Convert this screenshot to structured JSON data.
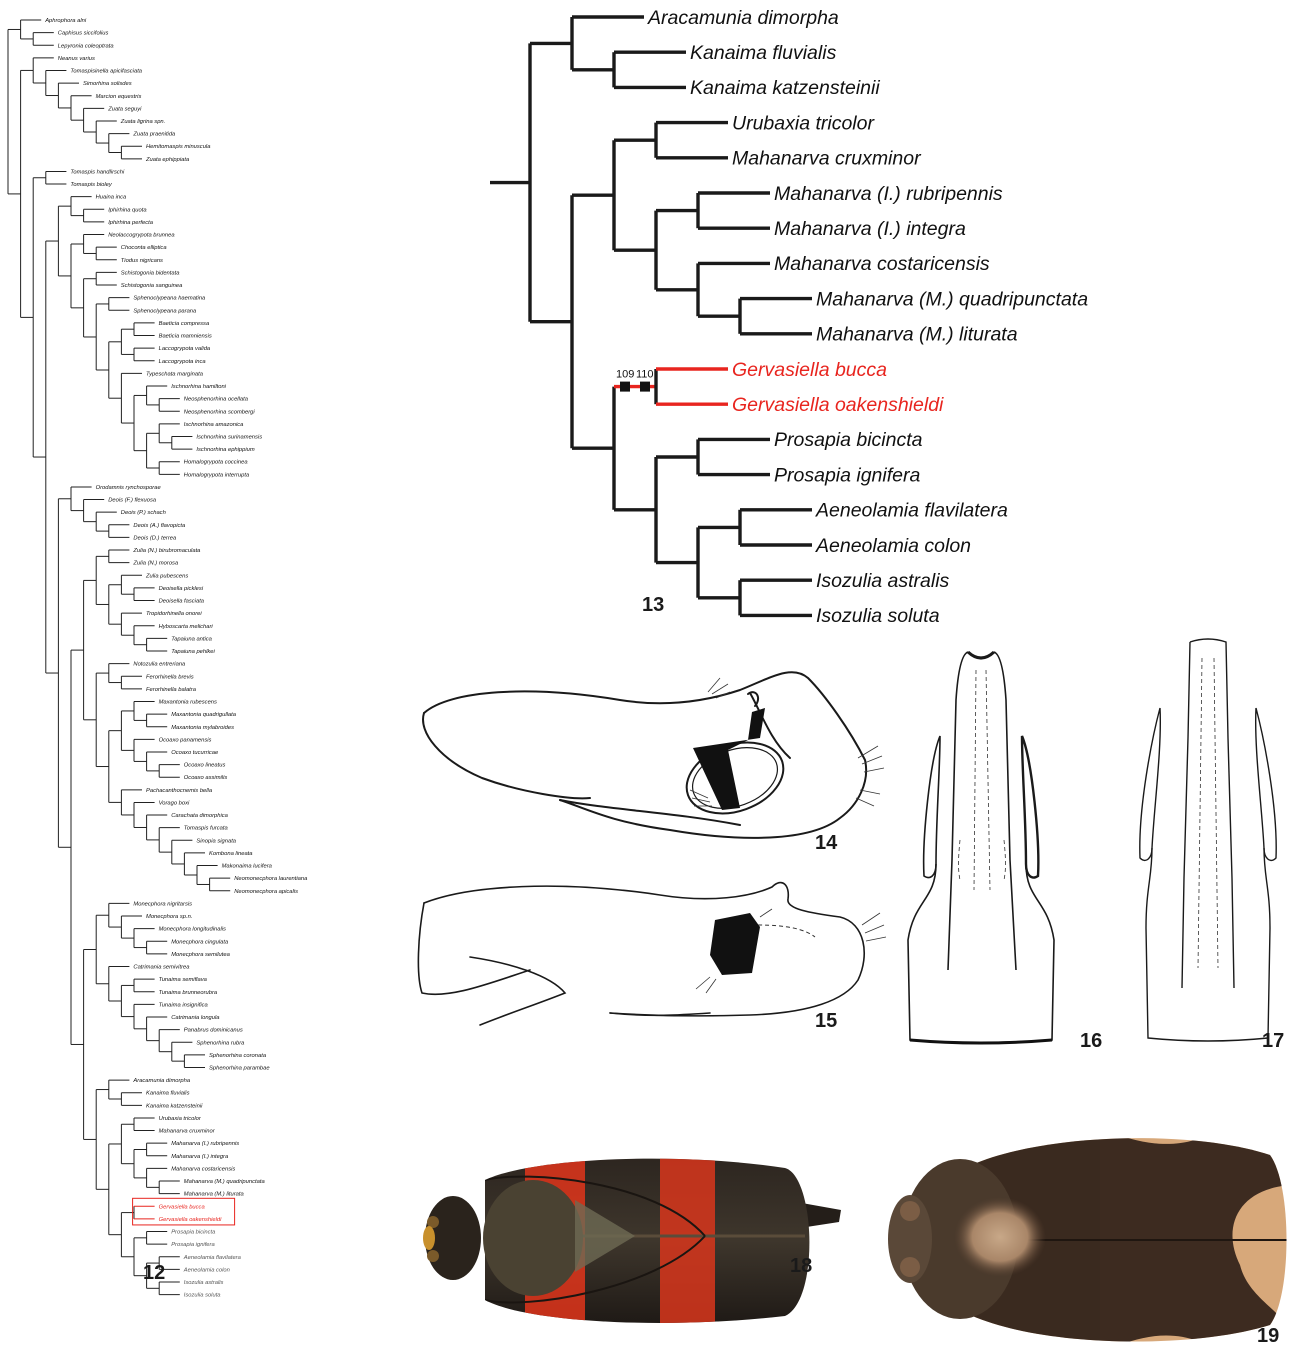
{
  "panels": {
    "p12": {
      "number": "12"
    },
    "p13": {
      "number": "13"
    },
    "p14": {
      "number": "14"
    },
    "p15": {
      "number": "15"
    },
    "p16": {
      "number": "16"
    },
    "p17": {
      "number": "17"
    },
    "p18": {
      "number": "18"
    },
    "p19": {
      "number": "19"
    }
  },
  "colors": {
    "highlight": "#e8251f",
    "tree": "#1a1a1a",
    "grey_text": "#444444"
  },
  "tree13": {
    "taxa": [
      "Aracamunia dimorpha",
      "Kanaima fluvialis",
      "Kanaima katzensteinii",
      "Urubaxia tricolor",
      "Mahanarva cruxminor",
      "Mahanarva (I.) rubripennis",
      "Mahanarva (I.) integra",
      "Mahanarva costaricensis",
      "Mahanarva (M.) quadripunctata",
      "Mahanarva (M.) liturata",
      "Gervasiella bucca",
      "Gervasiella oakenshieldi",
      "Prosapia bicincta",
      "Prosapia ignifera",
      "Aeneolamia flavilatera",
      "Aeneolamia colon",
      "Isozulia astralis",
      "Isozulia soluta"
    ],
    "highlighted": [
      "Gervasiella bucca",
      "Gervasiella oakenshieldi"
    ],
    "characters": [
      "109",
      "110"
    ]
  },
  "tree12": {
    "taxa": [
      "Aphrophora alni",
      "Caphisus siccifolius",
      "Lepyronia coleoptrata",
      "Neanus varius",
      "Tomaspisinella apicifasciata",
      "Simorhina solisdes",
      "Marcion equestris",
      "Zuata seguyi",
      "Zuata ligrina spn.",
      "Zuata praenitida",
      "Hemitomaspis minuscula",
      "Zuata ephippiata",
      "Tomaspis handlirschi",
      "Tomaspis bioley",
      "Huaina inca",
      "Iphirhina quota",
      "Iphirhina perfecta",
      "Neolaccogrypota brunnea",
      "Choconta elliptica",
      "Tiodus nigricans",
      "Schistogonia bidentata",
      "Schistogonia sanguinea",
      "Sphenoclypeana haematina",
      "Sphenoclypeana parana",
      "Baeticia compressa",
      "Baeticia mamniensis",
      "Laccogrypota valida",
      "Laccogrypota inca",
      "Typeschata marginata",
      "Ischnorhina hamiltoni",
      "Neosphenorhina ocellata",
      "Neosphenorhina scombergi",
      "Ischnorhina amazonica",
      "Ischnorhina surinamensis",
      "Ischnorhina ephippium",
      "Homalogrypota coccinea",
      "Homalogrypota interrupta",
      "Orodamnis rynchosporae",
      "Deois (F.) flexuosa",
      "Deois (P.) schach",
      "Deois (A.) flavopicta",
      "Deois (D.) terrea",
      "Zulia (N.) birubromaculata",
      "Zulia (N.) morosa",
      "Zulia pubescens",
      "Deoisella picklesi",
      "Deoisella fasciata",
      "Tropidorhinella onorei",
      "Hyboscarta melichari",
      "Tapaiuna antica",
      "Tapaiuna pehlkei",
      "Notozulia entreriana",
      "Ferorhinella brevis",
      "Ferorhinella balatra",
      "Maxantonia rubescens",
      "Maxantonia quadrigullata",
      "Maxantonia mylabroides",
      "Ocoaxo panamensis",
      "Ocoaxo tucurricae",
      "Ocoaxo lineatus",
      "Ocoaxo assimilis",
      "Pachacanthocnemis bella",
      "Vorago boxi",
      "Carachata dimorphica",
      "Tomaspis furcata",
      "Sinopia signata",
      "Kombona lineata",
      "Makonaima lucifera",
      "Neomonecphora laurentiana",
      "Neomonecphora apicalis",
      "Monecphora nigritarsis",
      "Monecphora sp.n.",
      "Monecphora longitudinalis",
      "Monecphora cingulata",
      "Monecphora semilutea",
      "Catrimania semivitrea",
      "Tunaima semiflava",
      "Tunaima brunneorubra",
      "Tunaima insignifica",
      "Catrimania longula",
      "Panabrus dominicanus",
      "Sphenorhina rubra",
      "Sphenorhina coronata",
      "Sphenorhina parambae",
      "Aracamunia dimorpha",
      "Kanaima fluvialis",
      "Kanaima katzensteinii",
      "Urubaxia tricolor",
      "Mahanarva cruxminor",
      "Mahanarva (I.) rubripennis",
      "Mahanarva (I.) integra",
      "Mahanarva costaricensis",
      "Mahanarva (M.) quadripunctata",
      "Mahanarva (M.) liturata",
      "Gervasiella bucca",
      "Gervasiella oakenshieldi",
      "Prosapia bicincta",
      "Prosapia ignifera",
      "Aeneolamia flavilatera",
      "Aeneolamia colon",
      "Isozulia astralis",
      "Isozulia soluta"
    ],
    "highlighted": [
      "Gervasiella bucca",
      "Gervasiella oakenshieldi"
    ]
  }
}
